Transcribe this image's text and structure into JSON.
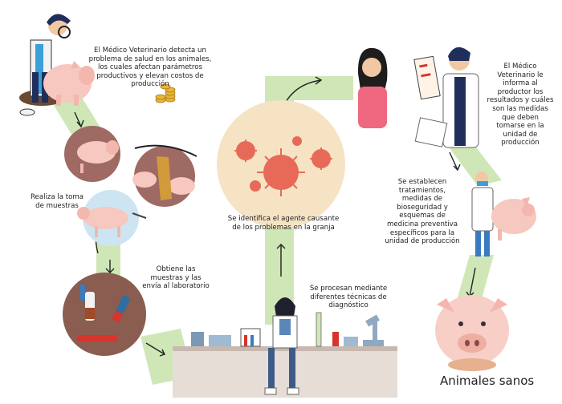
{
  "steps": {
    "detect": "El Médico Veterinario detecta un problema de salud en los animales, los cuales afectan parámetros productivos y elevan costos de producción",
    "sampling": "Realiza la toma de muestras",
    "send": "Obtiene las muestras y las envía al laboratorio",
    "process": "Se procesan mediante diferentes técnicas de diagnóstico",
    "identify": "Se identifica el agente causante de los problemas en la granja",
    "inform": "El Médico Veterinario le informa al productor los resultados y cuáles son las medidas que deben tomarse en la unidad de producción",
    "treat": "Se establecen tratamientos, medidas de bioseguridad y esquemas de medicina preventiva específicos para la unidad de producción",
    "result": "Animales sanos"
  },
  "colors": {
    "path_green": "#cfe7b6",
    "virus_bg": "#f5e3c3",
    "virus": "#e76a59",
    "sample_bg": "#8a5d50",
    "pig": "#f6c8c0",
    "lab_bench": "#e6ddd7",
    "coat": "#ffffff",
    "woman_shirt": "#f0687f"
  },
  "icons": [
    "veterinarian-icon",
    "pig-icon",
    "coins-icon",
    "virus-icon",
    "sample-tube-icon",
    "microscope-icon",
    "lab-scientist-icon",
    "clipboard-icon",
    "farmer-icon",
    "piglet-icon"
  ]
}
